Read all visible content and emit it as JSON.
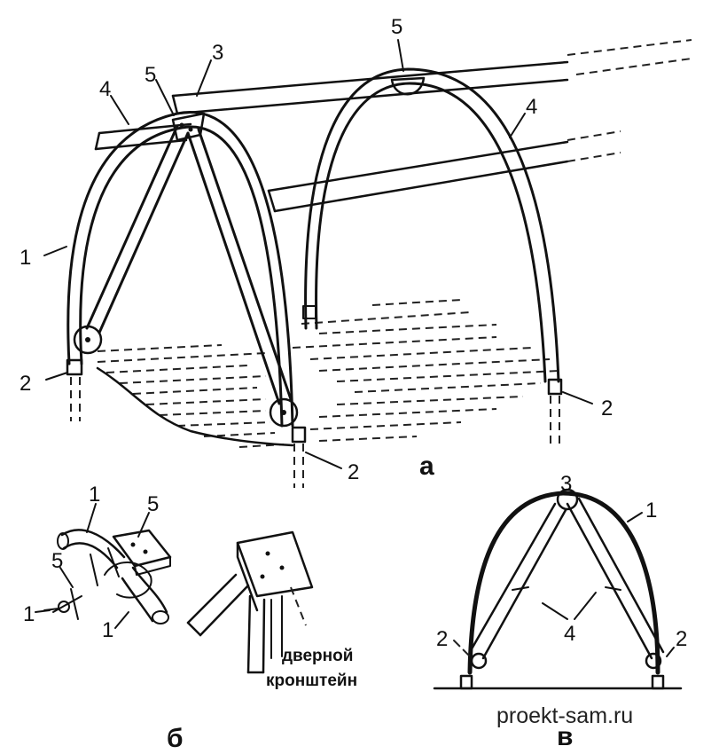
{
  "figure_a": {
    "panel_letter": "а",
    "callouts": {
      "arc_left": "1",
      "peg_left": "2",
      "peg_front": "2",
      "peg_right": "2",
      "ridge_beam": "3",
      "brace_left": "4",
      "rail_right": "4",
      "joint_left": "5",
      "joint_right": "5"
    }
  },
  "figure_b": {
    "panel_letter": "б",
    "callouts": {
      "pipe_top": "1",
      "pipe_bottom": "1",
      "pipe_small": "1",
      "bracket_top": "5",
      "bracket_small": "5"
    },
    "caption_line1": "дверной",
    "caption_line2": "кронштейн"
  },
  "figure_c": {
    "panel_letter": "в",
    "callouts": {
      "arc": "1",
      "peg_left": "2",
      "peg_right": "2",
      "ridge": "3",
      "braces": "4"
    }
  },
  "watermark": "proekt-sam.ru"
}
